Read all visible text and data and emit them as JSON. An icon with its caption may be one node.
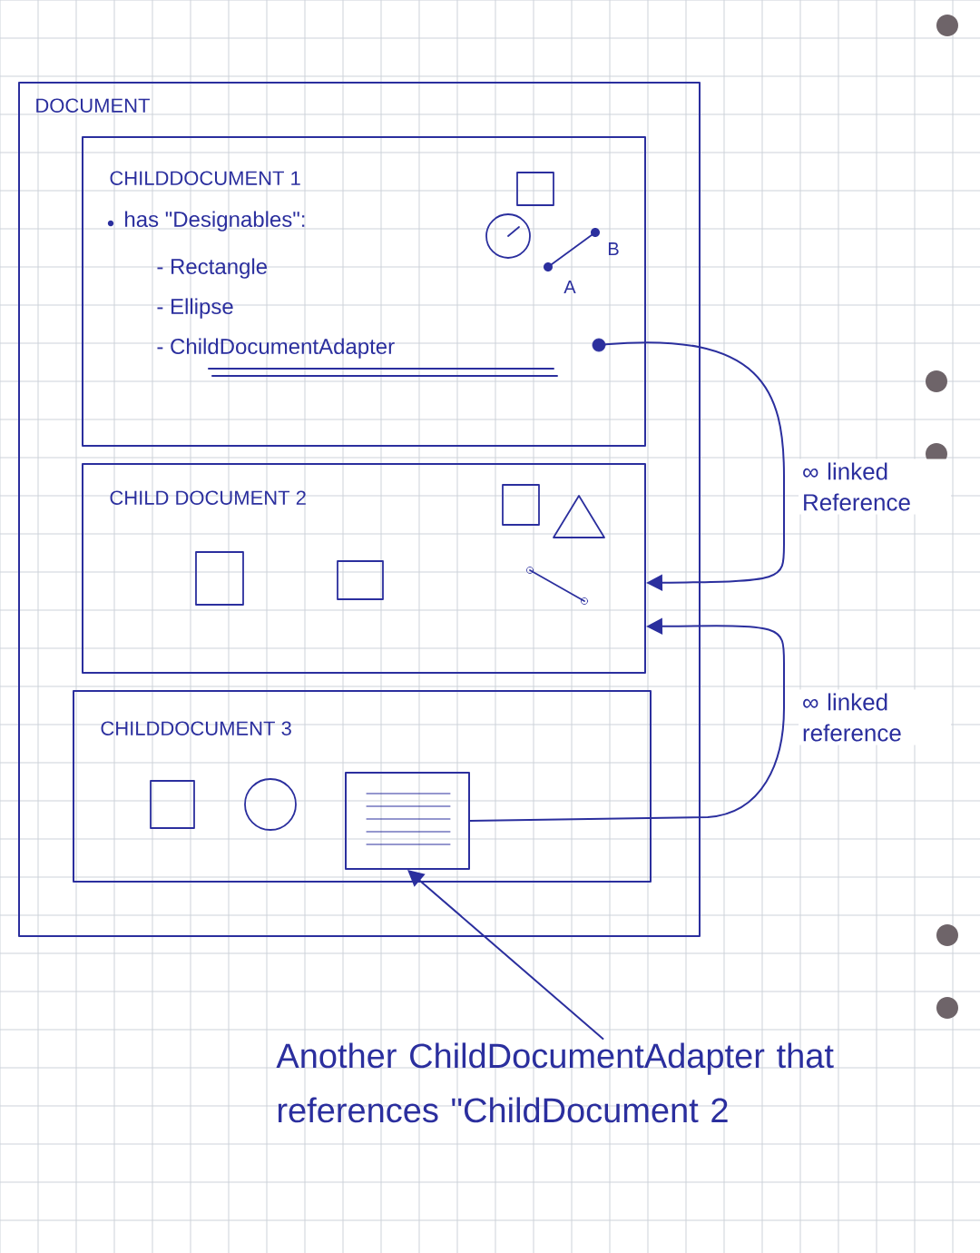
{
  "diagram": {
    "nodes": [
      {
        "text": [
          "DOCUMENT"
        ]
      },
      {
        "text": [
          "CHILDDOCUMENT 1",
          "has \"Designables\":",
          "- Rectangle",
          "- Ellipse",
          "- ChildDocumentAdapter"
        ],
        "in": 0
      },
      {
        "text": [],
        "shape": "circle",
        "in": 1
      },
      {
        "text": [
          "CHILD DOCUMENT 2"
        ],
        "in": 0
      },
      {
        "text": [
          "CHILDDOCUMENT 3"
        ],
        "in": 0
      },
      {
        "text": [],
        "shape": "box",
        "in": 4
      },
      {
        "text": [
          "Another ChildDocumentAdapter that references \"ChildDocument 2"
        ]
      }
    ],
    "edges": [
      {
        "from": 2,
        "to": 3,
        "arrow": "to",
        "label": "∞ linked Reference"
      },
      {
        "from": 5,
        "to": 3,
        "arrow": "to",
        "label": "∞ linked reference"
      },
      {
        "from": 6,
        "to": 5,
        "arrow": "to"
      }
    ],
    "labels": [
      "B",
      "A"
    ]
  }
}
